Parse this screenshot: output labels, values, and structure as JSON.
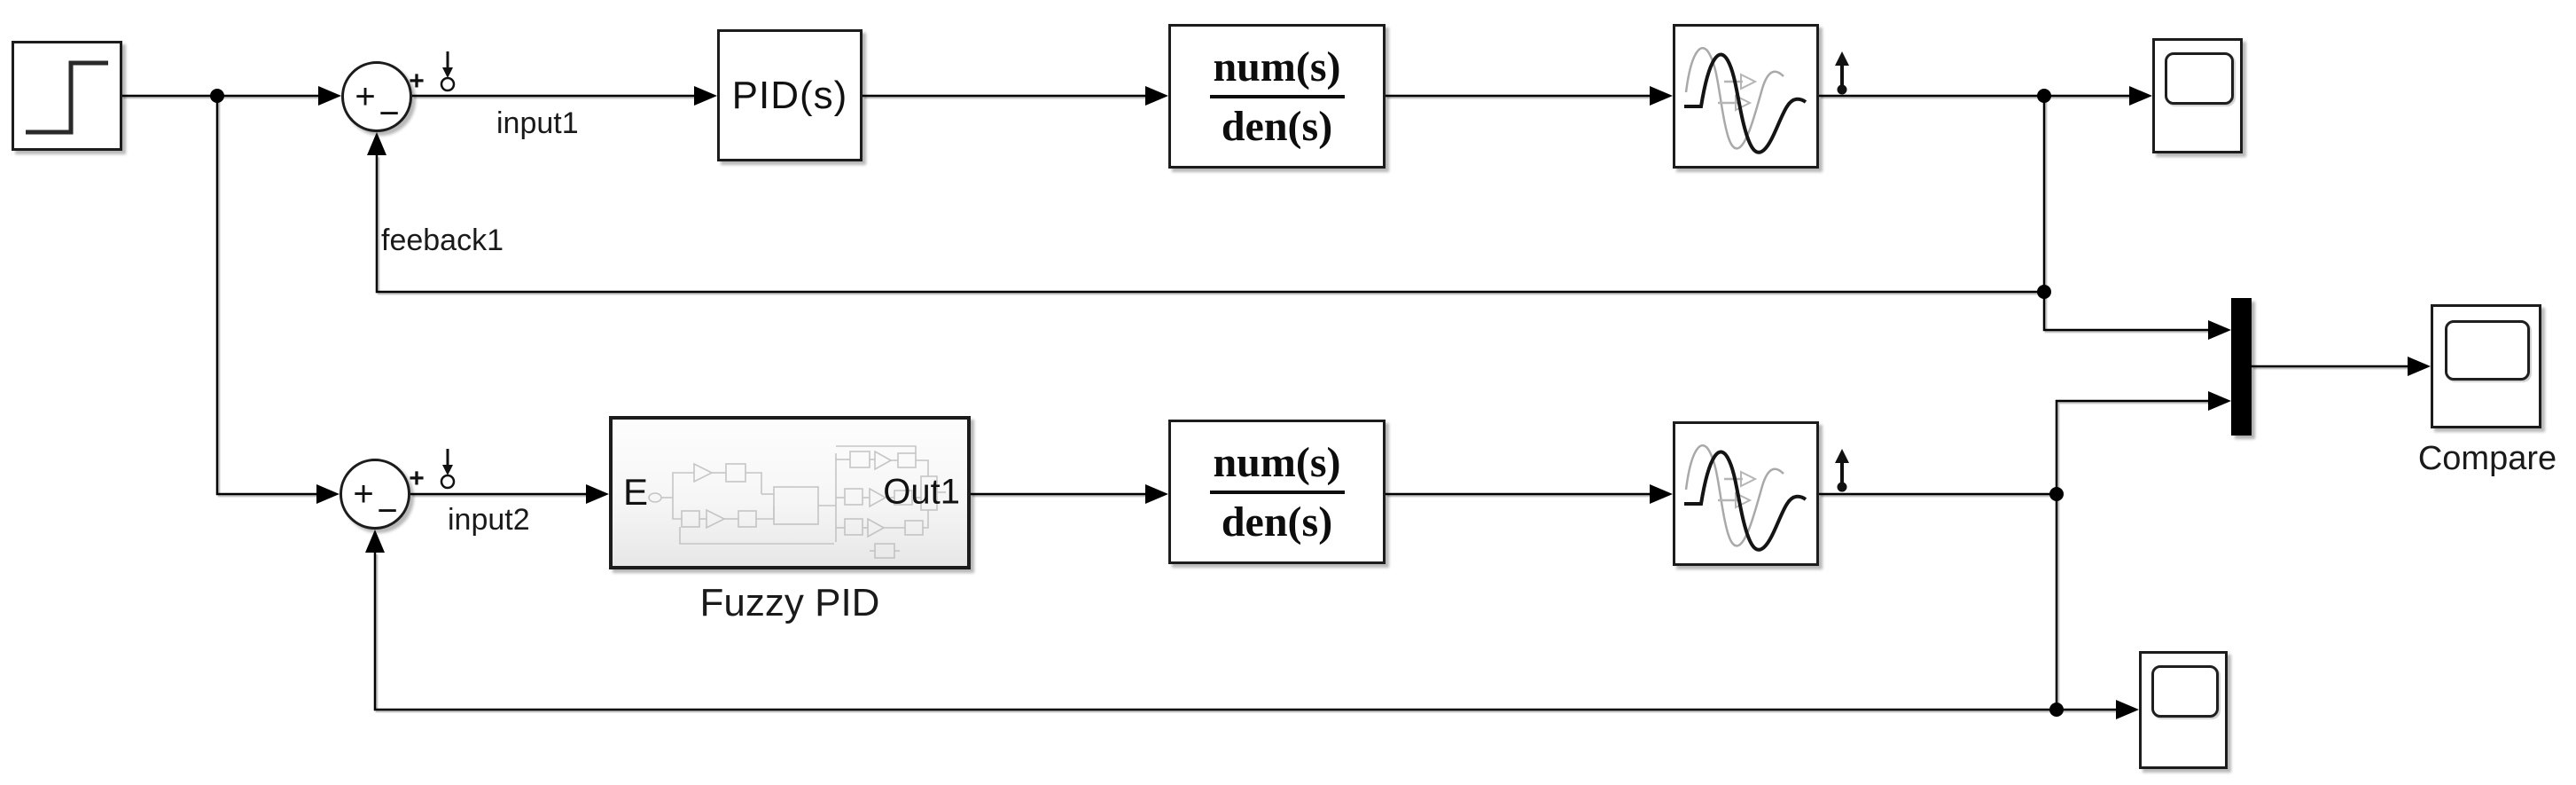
{
  "blocks": {
    "sum1": {
      "plus": "+",
      "minus": "−"
    },
    "sum2": {
      "plus": "+",
      "minus": "−"
    },
    "pid": {
      "label": "PID(s)"
    },
    "transfer_fcn_1": {
      "num": "num(s)",
      "den": "den(s)"
    },
    "transfer_fcn_2": {
      "num": "num(s)",
      "den": "den(s)"
    },
    "fuzzy_pid": {
      "in_port": "E",
      "out_port": "Out1",
      "caption": "Fuzzy PID"
    },
    "scope_compare": {
      "caption": "Compare"
    }
  },
  "badges": {
    "sum_output_plus": "+"
  },
  "signal_labels": {
    "input1": "input1",
    "feedback1": "feeback1",
    "input2": "input2"
  },
  "colors": {
    "wire": "#000000",
    "block_border": "#1c1c1c",
    "background": "#ffffff",
    "delay_secondary": "#a9a9a9",
    "thumbnail_gray": "#b9b9b9"
  }
}
